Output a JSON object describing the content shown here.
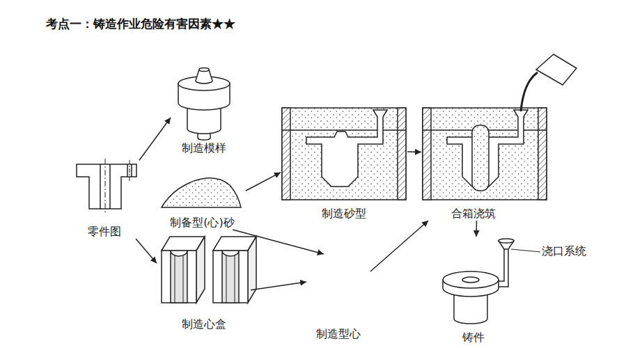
{
  "diagram": {
    "title": "考点一：铸造作业危险有害因素★★",
    "nodes": [
      {
        "text": [
          "零件图"
        ]
      },
      {
        "text": [
          "制造模样"
        ]
      },
      {
        "text": [
          "制备型(心)砂"
        ]
      },
      {
        "text": [
          "制造心盒"
        ]
      },
      {
        "text": [
          "制造砂型"
        ]
      },
      {
        "text": [
          "制造型心"
        ]
      },
      {
        "text": [
          "合箱浇筑"
        ]
      },
      {
        "text": [
          "铸件"
        ]
      }
    ],
    "edges": [
      {
        "from": 0,
        "to": 1,
        "arrow": "to"
      },
      {
        "from": 0,
        "to": 3,
        "arrow": "to"
      },
      {
        "from": 2,
        "to": 4,
        "arrow": "to"
      },
      {
        "from": 2,
        "to": 5,
        "arrow": "to"
      },
      {
        "from": 3,
        "to": 5,
        "arrow": "to"
      },
      {
        "from": 4,
        "to": 6,
        "arrow": "to"
      },
      {
        "from": 5,
        "to": 6,
        "arrow": "to"
      },
      {
        "from": 6,
        "to": 7,
        "arrow": "to"
      }
    ],
    "labels": [
      "浇口系统"
    ]
  }
}
